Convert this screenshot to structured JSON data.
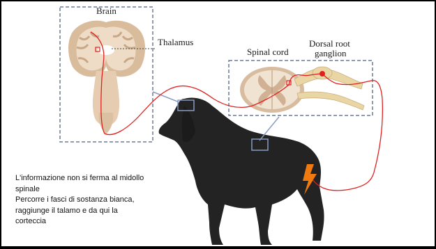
{
  "labels": {
    "brain": "Brain",
    "thalamus": "Thalamus",
    "spinal_cord": "Spinal cord",
    "dorsal_root_line1": "Dorsal root",
    "dorsal_root_line2": "ganglion"
  },
  "caption": {
    "line1": "L'informazione non si ferma al midollo",
    "line2": "spinale",
    "line3": "Percorre i fasci di sostanza bianca,",
    "line4": "raggiunge il talamo e da qui la",
    "line5": "corteccia"
  },
  "colors": {
    "nerve_path": "#e02020",
    "dashed_box": "#6a7a99",
    "connector": "#8a9cc4",
    "dog": "#232323",
    "tissue_outer": "#d6b89a",
    "tissue_inner": "#f0e2d0",
    "ganglion": "#ead6a4",
    "lightning": "#f07a10"
  },
  "icons": {
    "stimulus": "lightning-icon",
    "neuron_body": "red-dot"
  }
}
